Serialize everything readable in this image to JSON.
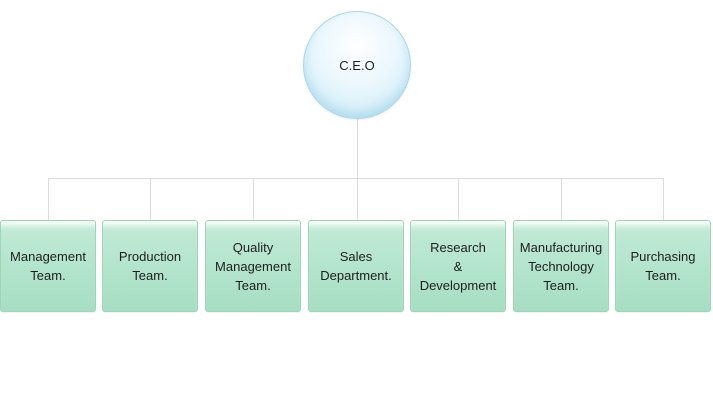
{
  "ceo": {
    "label": "C.E.O"
  },
  "departments": [
    {
      "label": "Management\nTeam."
    },
    {
      "label": "Production\nTeam."
    },
    {
      "label": "Quality\nManagement\nTeam."
    },
    {
      "label": "Sales\nDepartment."
    },
    {
      "label": "Research\n&\nDevelopment"
    },
    {
      "label": "Manufacturing\nTechnology\nTeam."
    },
    {
      "label": "Purchasing\nTeam."
    }
  ],
  "colors": {
    "ceo_fill": "#d6eff9",
    "department_fill": "#b2e4cc",
    "connector": "#d9dde0"
  }
}
